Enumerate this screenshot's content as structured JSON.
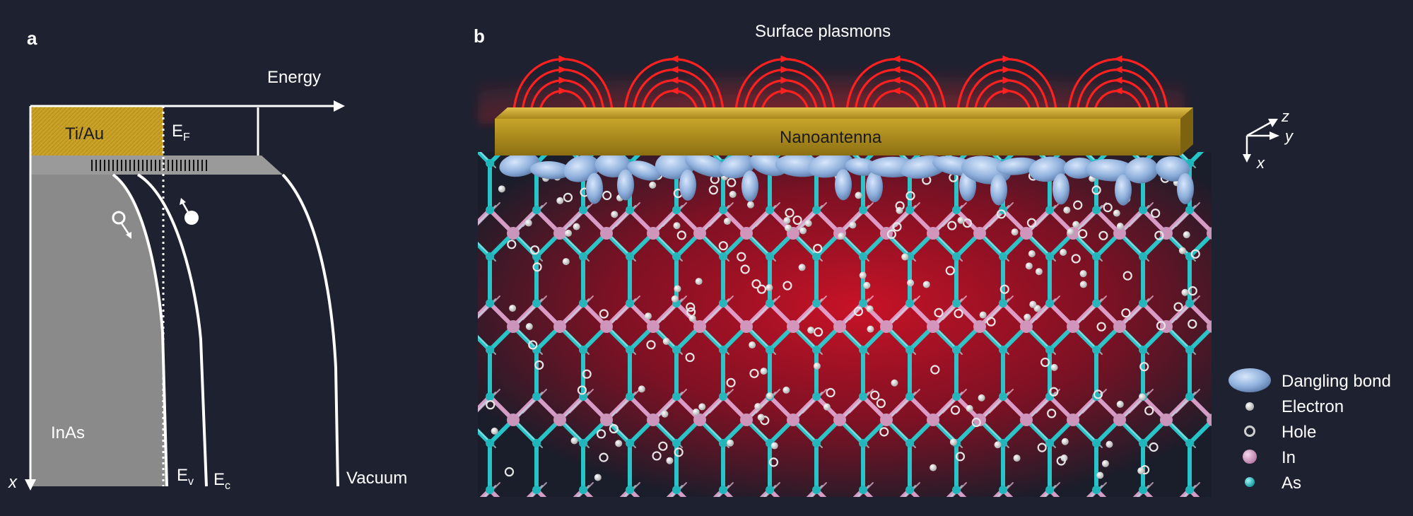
{
  "panel_a": {
    "letter": "a",
    "axis_energy_label": "Energy",
    "axis_x_label": "x",
    "metal_label": "Ti/Au",
    "fermi_label": "E",
    "fermi_sub": "F",
    "semiconductor_label": "InAs",
    "ev_label": "E",
    "ev_sub": "v",
    "ec_label": "E",
    "ec_sub": "c",
    "vacuum_label": "Vacuum"
  },
  "panel_b": {
    "letter": "b",
    "top_label": "Surface plasmons",
    "antenna_label": "Nanoantenna",
    "axes": {
      "z": "z",
      "y": "y",
      "x": "x"
    }
  },
  "legend": [
    {
      "label": "Dangling bond",
      "icon": "dangling-bond-icon",
      "color": "#8fb0dc"
    },
    {
      "label": "Electron",
      "icon": "electron-icon",
      "color": "#d9d9d9"
    },
    {
      "label": "Hole",
      "icon": "hole-icon",
      "color": "#cfcfcf"
    },
    {
      "label": "In",
      "icon": "indium-atom-icon",
      "color": "#d6a0c8"
    },
    {
      "label": "As",
      "icon": "arsenic-atom-icon",
      "color": "#1fc3c8"
    }
  ],
  "colors": {
    "background": "#1e2130",
    "gold": "#c9a227",
    "plasmon_red": "#ff1a1a",
    "substrate_gray": "#8a8a8a",
    "band_white": "#ffffff",
    "bond_cyan": "#27d3d6",
    "bond_pink": "#e3a8d4"
  }
}
